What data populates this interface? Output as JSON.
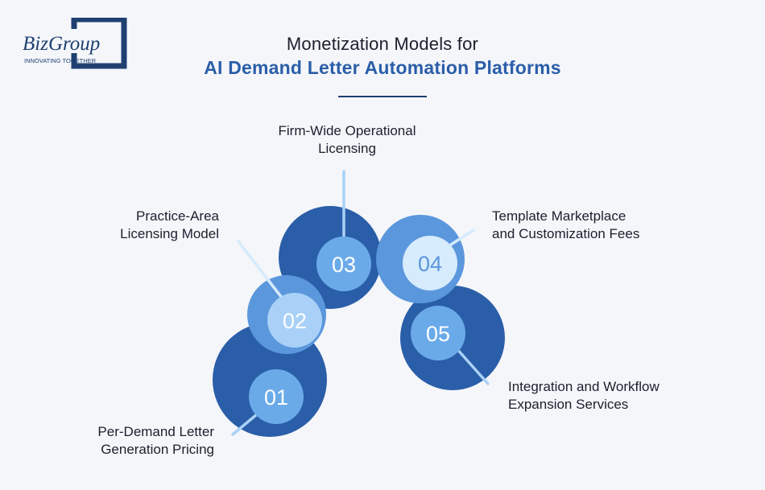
{
  "logo": {
    "brand": "BizGroup",
    "tagline": "INNOVATING TOGETHER"
  },
  "header": {
    "line1": "Monetization Models for",
    "line2": "AI Demand Letter Automation Platforms"
  },
  "steps": [
    {
      "number": "01",
      "line1": "Per-Demand Letter",
      "line2": "Generation Pricing"
    },
    {
      "number": "02",
      "line1": "Practice-Area",
      "line2": "Licensing Model"
    },
    {
      "number": "03",
      "line1": "Firm-Wide Operational",
      "line2": "Licensing"
    },
    {
      "number": "04",
      "line1": "Template Marketplace",
      "line2": "and Customization Fees"
    },
    {
      "number": "05",
      "line1": "Integration and Workflow",
      "line2": "Expansion Services"
    }
  ],
  "colors": {
    "dark_blue": "#2a5ea8",
    "mid_blue": "#5b97dc",
    "light_blue": "#a9d1f7",
    "inner_blue": "#6aaae9",
    "pale": "#d6ebfc",
    "title_blue": "#2a5ea8",
    "navy": "#1e3f70"
  }
}
